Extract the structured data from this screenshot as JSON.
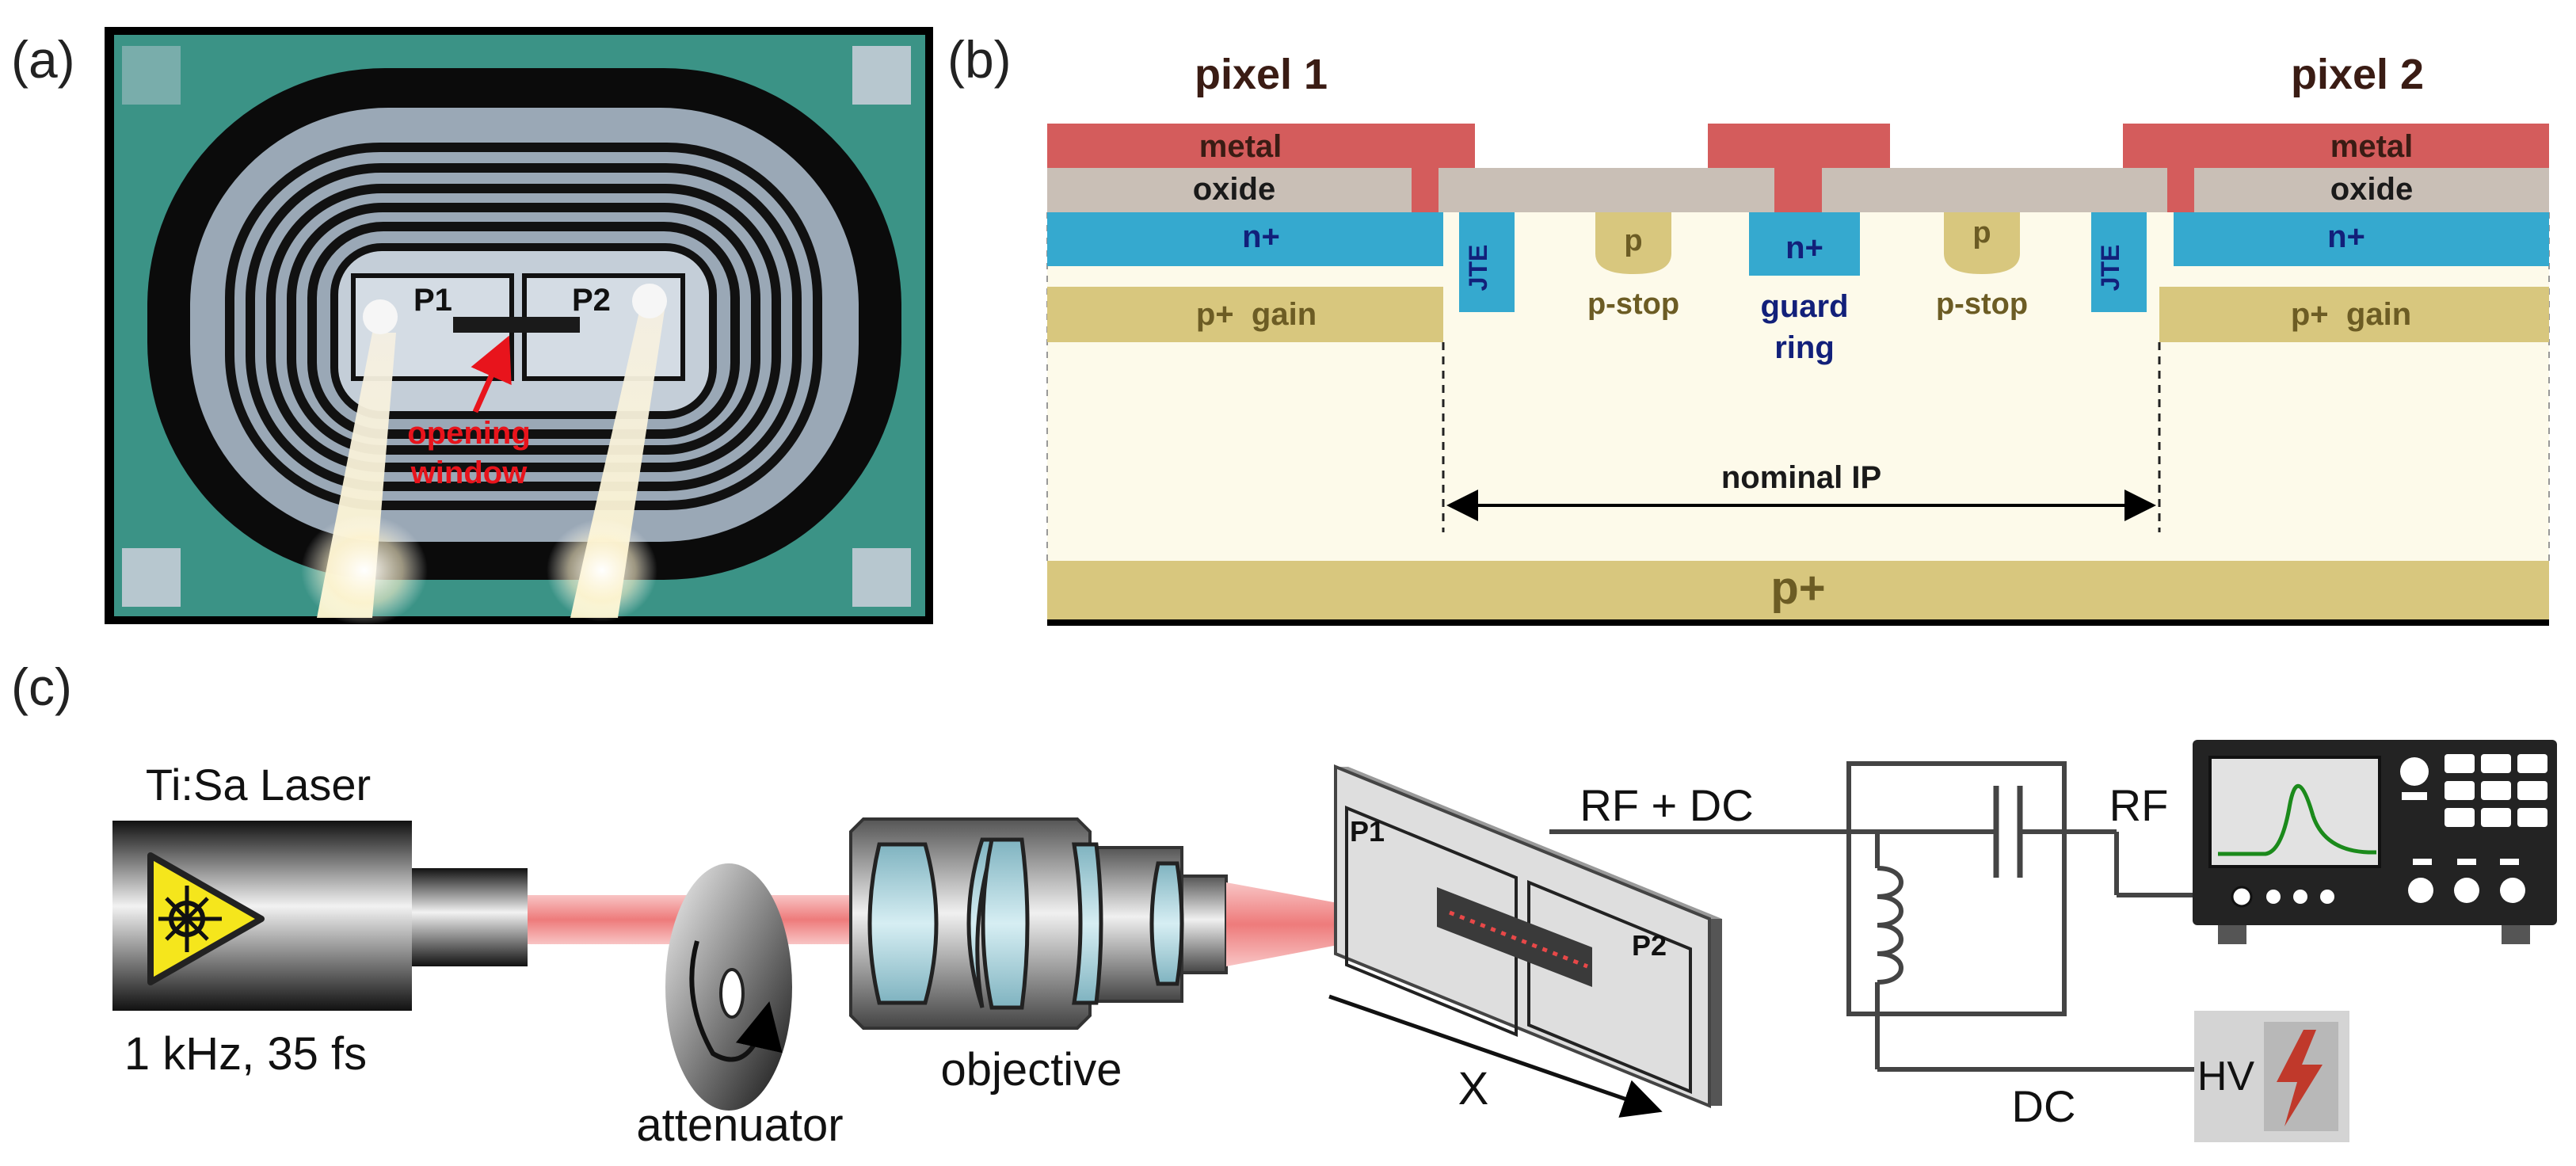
{
  "panel_labels": {
    "a": "(a)",
    "b": "(b)",
    "c": "(c)"
  },
  "panel_a": {
    "pad_p1": "P1",
    "pad_p2": "P2",
    "annotation_line1": "opening",
    "annotation_line2": "window",
    "annotation_color": "#e8141c",
    "chip_color": "#3f9a8c"
  },
  "panel_b": {
    "pixel1": "pixel 1",
    "pixel2": "pixel 2",
    "metal": "metal",
    "oxide": "oxide",
    "n_plus": "n+",
    "jte": "JTE",
    "p": "p",
    "p_stop": "p-stop",
    "guard_line1": "guard",
    "guard_line2": "ring",
    "p_gain": "p+  gain",
    "nominal_ip": "nominal IP",
    "p_plus_substrate": "p+",
    "colors": {
      "metal": "#d45c5c",
      "oxide": "#c9bfb6",
      "n_plus": "#35a9cf",
      "gain": "#d8c77e",
      "bulk": "#fdfaea",
      "text_dark": "#3a1c14",
      "text_blue": "#12207a",
      "text_olive": "#6c5c24"
    }
  },
  "panel_c": {
    "laser_title": "Ti:Sa Laser",
    "laser_params": "1 kHz, 35 fs",
    "attenuator": "attenuator",
    "objective": "objective",
    "sample_p1": "P1",
    "sample_p2": "P2",
    "x_label": "X",
    "rf_dc": "RF + DC",
    "rf": "RF",
    "dc": "DC",
    "hv": "HV",
    "icons": [
      "laser-warning-icon",
      "high-voltage-icon",
      "capacitor-icon",
      "inductor-icon",
      "oscilloscope-icon"
    ],
    "colors": {
      "beam": "#f08a8a",
      "warning": "#f5e61c",
      "trace": "#1b8a1b",
      "bolt": "#c0392b"
    }
  }
}
